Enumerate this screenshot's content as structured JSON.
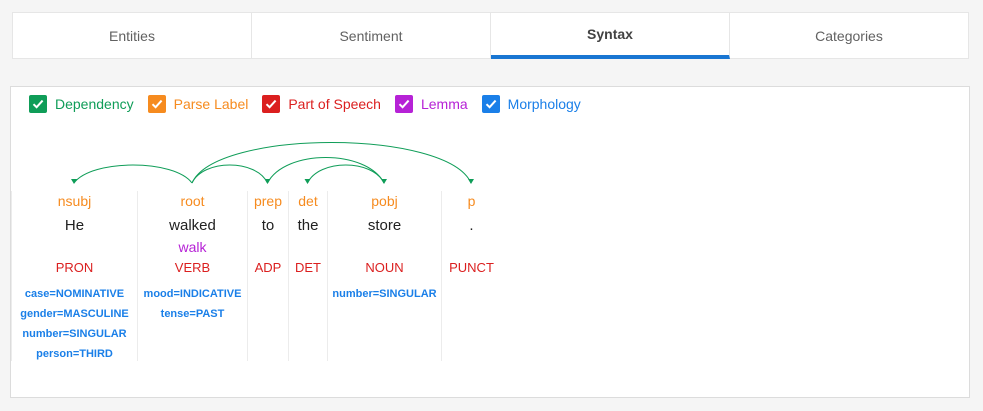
{
  "tabs": [
    {
      "label": "Entities",
      "active": false
    },
    {
      "label": "Sentiment",
      "active": false
    },
    {
      "label": "Syntax",
      "active": true
    },
    {
      "label": "Categories",
      "active": false
    }
  ],
  "filters": [
    {
      "label": "Dependency",
      "color": "#0f9d58",
      "checked": true
    },
    {
      "label": "Parse Label",
      "color": "#f68b1f",
      "checked": true
    },
    {
      "label": "Part of Speech",
      "color": "#db1f1f",
      "checked": true
    },
    {
      "label": "Lemma",
      "color": "#b622d6",
      "checked": true
    },
    {
      "label": "Morphology",
      "color": "#1a7fe8",
      "checked": true
    }
  ],
  "colors": {
    "dependency": "#0f9d58",
    "label": "#f68b1f",
    "pos": "#db1f1f",
    "lemma": "#b622d6",
    "morph": "#1a7fe8",
    "accent": "#1976d2"
  },
  "tokens": [
    {
      "word": "He",
      "label": "nsubj",
      "lemma": "",
      "pos": "PRON",
      "morph": [
        "case=NOMINATIVE",
        "gender=MASCULINE",
        "number=SINGULAR",
        "person=THIRD"
      ]
    },
    {
      "word": "walked",
      "label": "root",
      "lemma": "walk",
      "pos": "VERB",
      "morph": [
        "mood=INDICATIVE",
        "tense=PAST"
      ]
    },
    {
      "word": "to",
      "label": "prep",
      "lemma": "",
      "pos": "ADP",
      "morph": []
    },
    {
      "word": "the",
      "label": "det",
      "lemma": "",
      "pos": "DET",
      "morph": []
    },
    {
      "word": "store",
      "label": "pobj",
      "lemma": "",
      "pos": "NOUN",
      "morph": [
        "number=SINGULAR"
      ]
    },
    {
      "word": ".",
      "label": "p",
      "lemma": "",
      "pos": "PUNCT",
      "morph": []
    }
  ],
  "dependencies": [
    {
      "from": 1,
      "to": 0
    },
    {
      "from": 1,
      "to": 2
    },
    {
      "from": 1,
      "to": 5
    },
    {
      "from": 2,
      "to": 4
    },
    {
      "from": 4,
      "to": 3
    }
  ]
}
